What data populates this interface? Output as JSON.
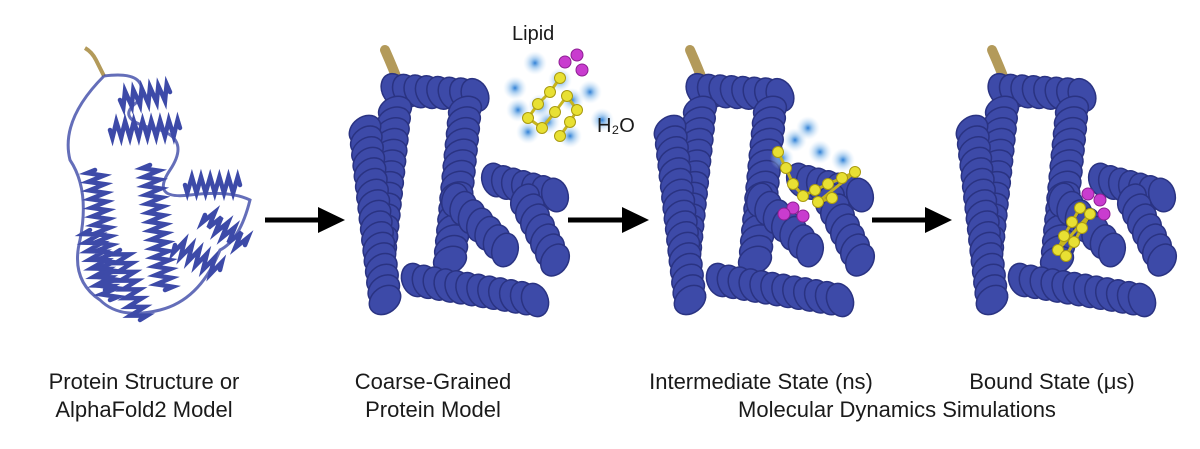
{
  "panels": [
    {
      "caption_line1": "Protein Structure or",
      "caption_line2": "AlphaFold2 Model"
    },
    {
      "caption_line1": "Coarse-Grained",
      "caption_line2": "Protein Model"
    },
    {
      "caption_line1": "Intermediate State (ns)",
      "caption_line2": ""
    },
    {
      "caption_line1": "Bound State (μs)",
      "caption_line2": ""
    }
  ],
  "group_caption": "Molecular Dynamics Simulations",
  "labels": {
    "lipid": "Lipid",
    "water": "H₂O"
  },
  "colors": {
    "protein": "#3d4aa8",
    "protein_dark": "#2a3382",
    "terminus": "#b39a5a",
    "lipid_tail": "#e8e033",
    "lipid_head": "#c93ccf",
    "water": "#7db4e8",
    "arrow": "#000000"
  }
}
